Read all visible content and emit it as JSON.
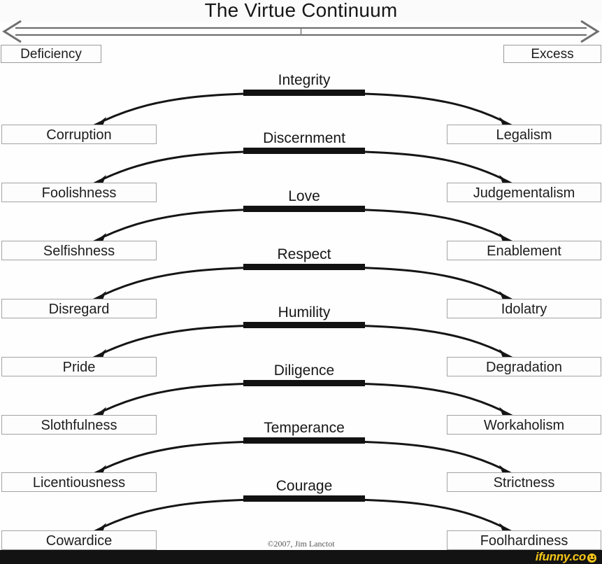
{
  "title": "The Virtue Continuum",
  "axis": {
    "left_label": "Deficiency",
    "right_label": "Excess",
    "left_arrow_icon": "arrow-left-outline-icon",
    "right_arrow_icon": "arrow-right-outline-icon"
  },
  "rows": [
    {
      "virtue": "Integrity",
      "deficiency": "Corruption",
      "excess": "Legalism"
    },
    {
      "virtue": "Discernment",
      "deficiency": "Foolishness",
      "excess": "Judgementalism"
    },
    {
      "virtue": "Love",
      "deficiency": "Selfishness",
      "excess": "Enablement"
    },
    {
      "virtue": "Respect",
      "deficiency": "Disregard",
      "excess": "Idolatry"
    },
    {
      "virtue": "Humility",
      "deficiency": "Pride",
      "excess": "Degradation"
    },
    {
      "virtue": "Diligence",
      "deficiency": "Slothfulness",
      "excess": "Workaholism"
    },
    {
      "virtue": "Temperance",
      "deficiency": "Licentiousness",
      "excess": "Strictness"
    },
    {
      "virtue": "Courage",
      "deficiency": "Cowardice",
      "excess": "Foolhardiness"
    }
  ],
  "copyright": "©2007, Jim Lanctot",
  "watermark": {
    "text": "ifunny.co",
    "color": "#f5c71a"
  },
  "colors": {
    "background": "#fefefe",
    "bar": "#121212",
    "box_border": "#a3a3a3",
    "text": "#1c1c1c",
    "band": "#131313"
  }
}
